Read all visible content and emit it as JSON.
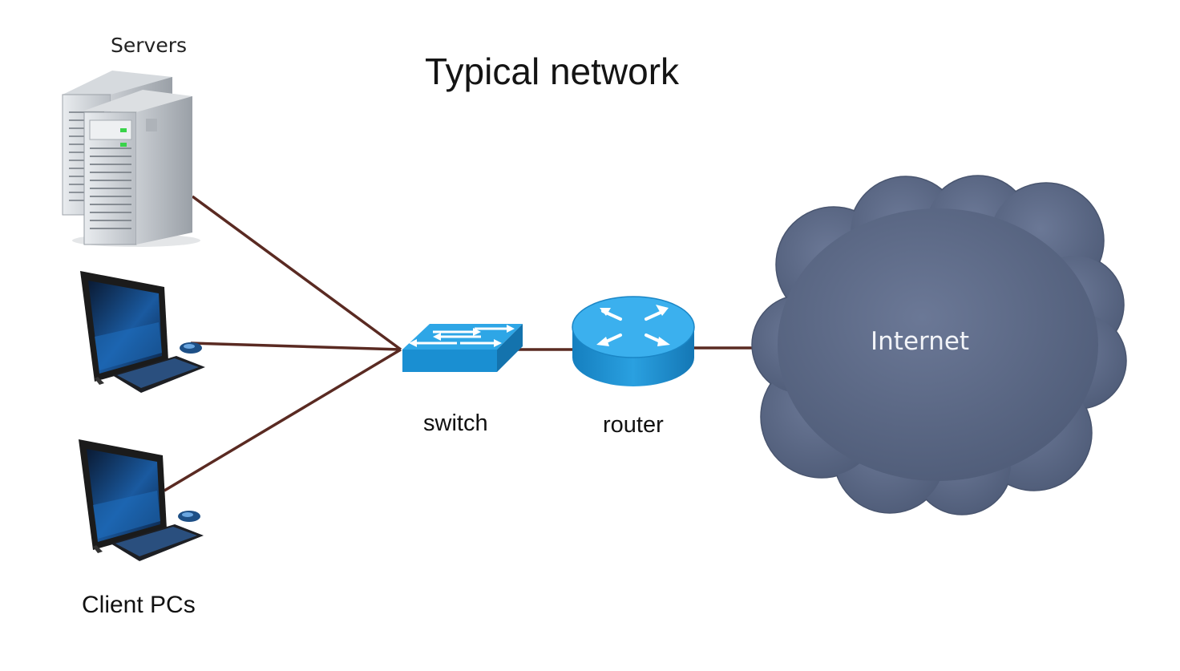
{
  "diagram": {
    "title": "Typical network",
    "nodes": {
      "servers": "Servers",
      "client_pcs": "Client PCs",
      "switch": "switch",
      "router": "router",
      "internet": "Internet"
    },
    "icons": {
      "servers": "server-tower-icon",
      "client_pc": "desktop-computer-icon",
      "switch": "network-switch-icon",
      "router": "router-icon",
      "internet": "cloud-icon"
    },
    "colors": {
      "link": "#5a2a22",
      "cloud": "#5c6a88",
      "network_device": "#1e8fd0"
    }
  }
}
